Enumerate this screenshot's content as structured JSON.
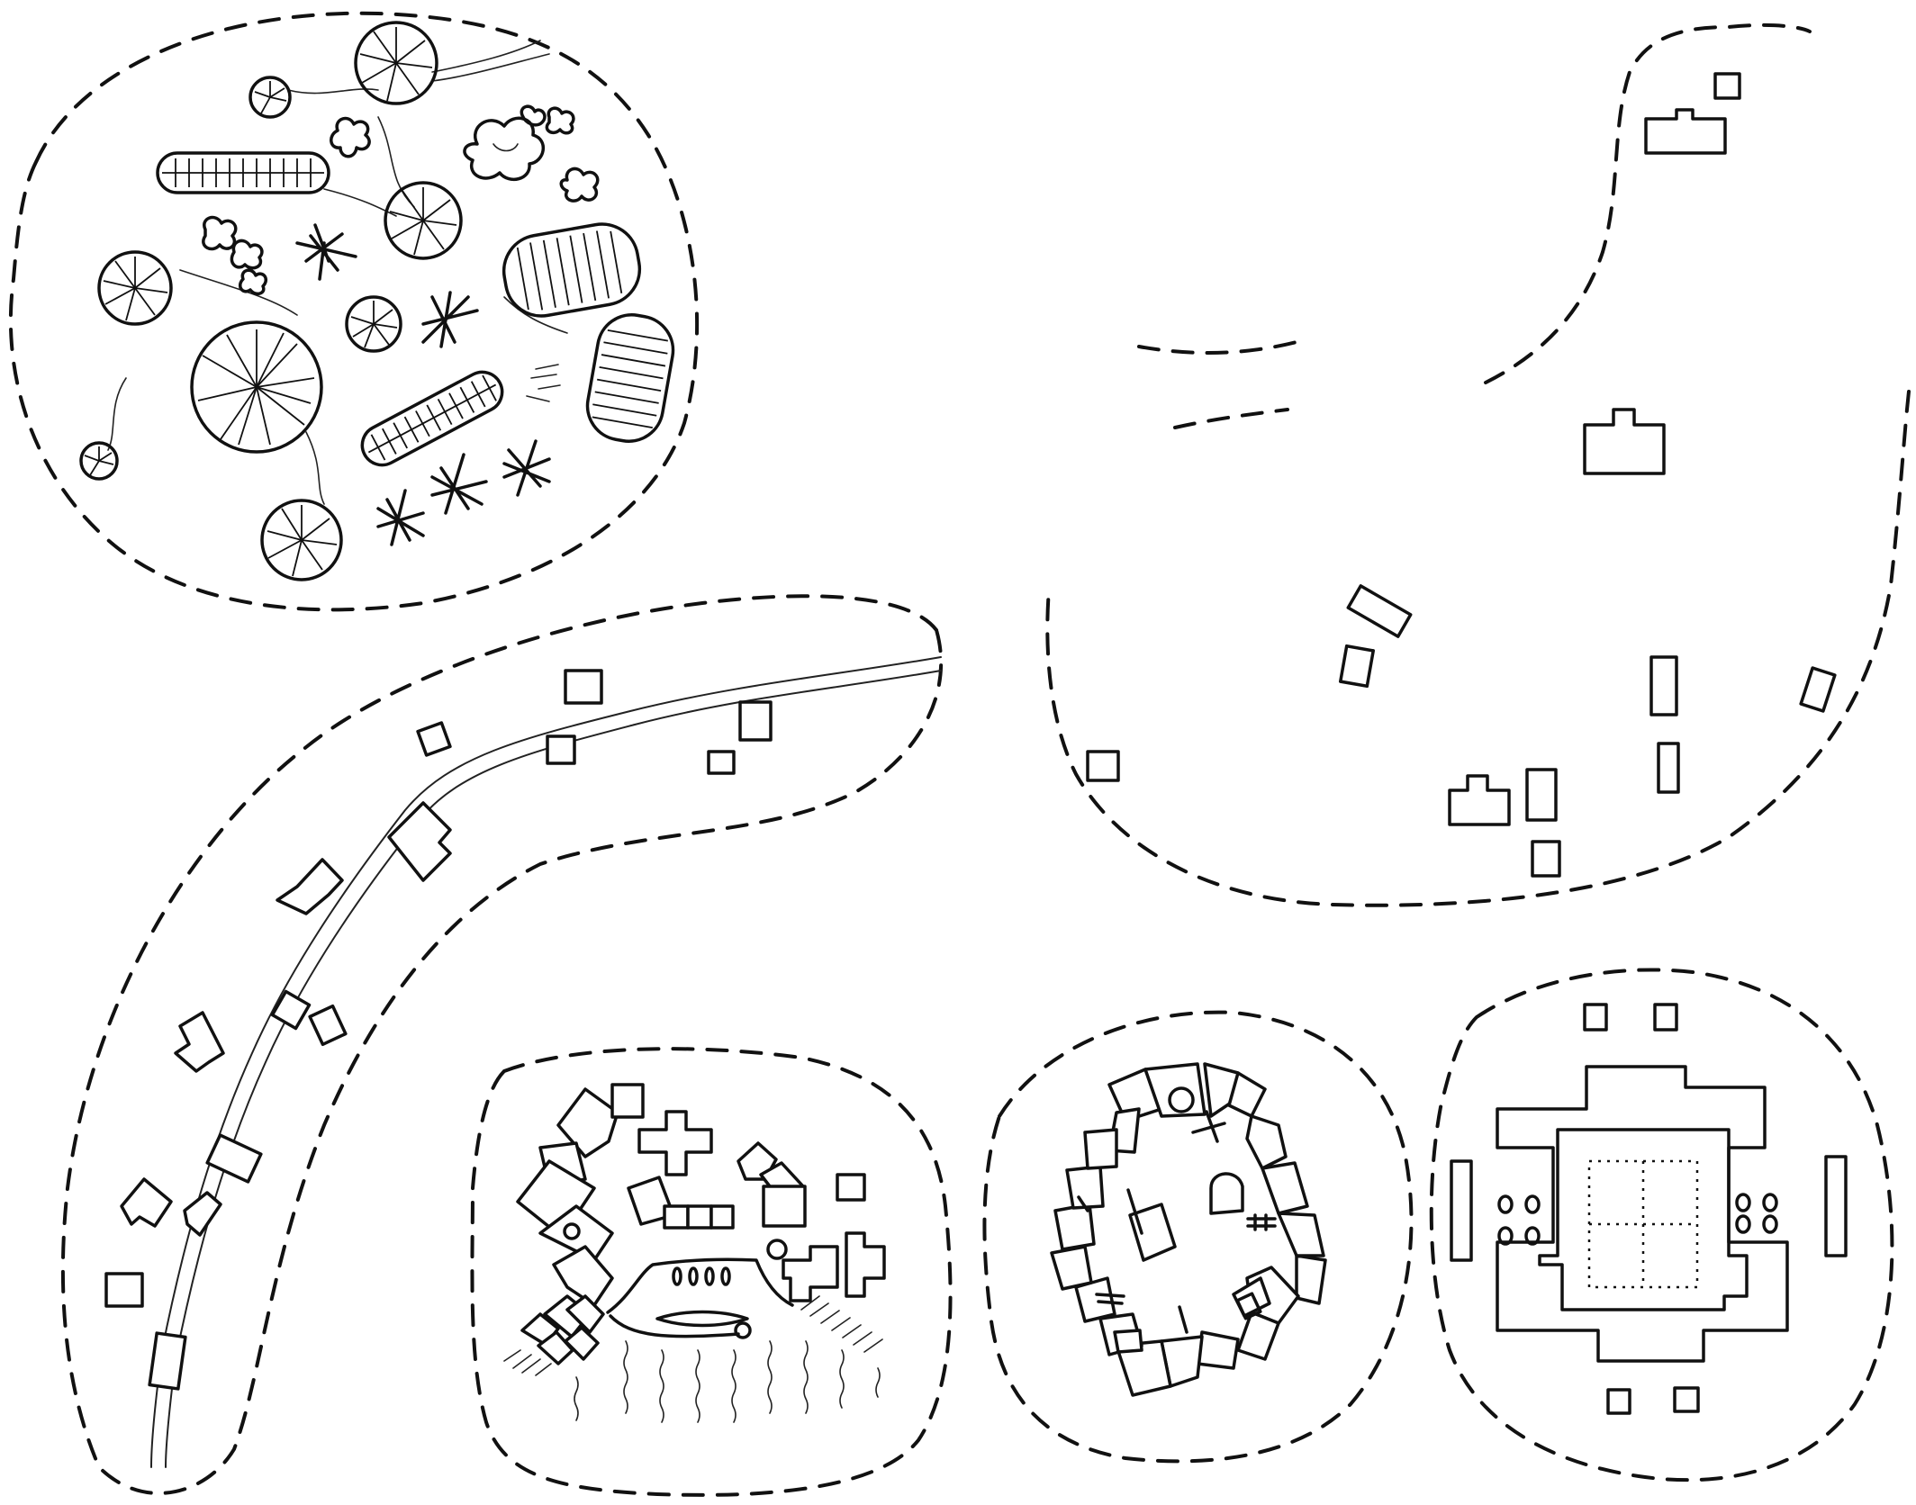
{
  "figure": {
    "panels": [
      {
        "id": "woodland-cluster",
        "kind": "trees-and-vegetation"
      },
      {
        "id": "linear-roadside-settlement",
        "kind": "buildings-along-road"
      },
      {
        "id": "dispersed-settlement",
        "kind": "scattered-buildings"
      },
      {
        "id": "waterfront-settlement",
        "kind": "clustered-buildings-by-water"
      },
      {
        "id": "ring-settlement",
        "kind": "buildings-around-open-space"
      },
      {
        "id": "planned-courtyard-complex",
        "kind": "symmetrical-formal-layout"
      }
    ],
    "ink_color": "#111111",
    "background": "#ffffff"
  }
}
